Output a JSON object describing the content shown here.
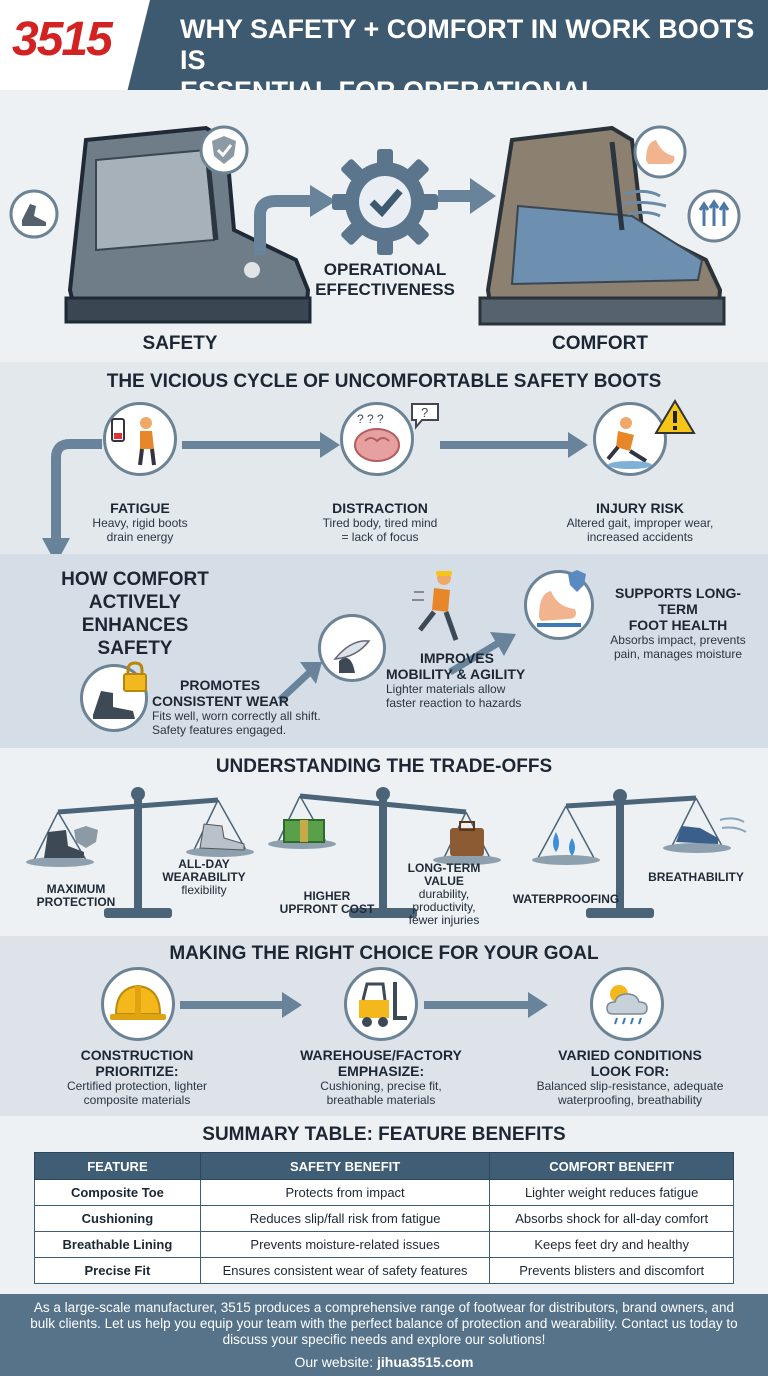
{
  "brand": {
    "logo": "3515",
    "logo_color": "#d32222",
    "accent": "#3e5a70"
  },
  "header": {
    "title_line1": "WHY SAFETY + COMFORT IN WORK BOOTS IS",
    "title_line2": "ESSENTIAL FOR OPERATIONAL EFFECTIVENESS"
  },
  "hero": {
    "safety_label": "SAFETY",
    "center_line1": "OPERATIONAL",
    "center_line2": "EFFECTIVENESS",
    "comfort_label": "COMFORT"
  },
  "cycle": {
    "title": "THE VICIOUS CYCLE OF UNCOMFORTABLE SAFETY BOOTS",
    "items": [
      {
        "label": "FATIGUE",
        "desc1": "Heavy, rigid boots",
        "desc2": "drain energy"
      },
      {
        "label": "DISTRACTION",
        "desc1": "Tired body, tired mind",
        "desc2": "= lack of focus"
      },
      {
        "label": "INJURY RISK",
        "desc1": "Altered gait, improper wear,",
        "desc2": "increased accidents"
      }
    ]
  },
  "enhance": {
    "title_line1": "HOW COMFORT",
    "title_line2": "ACTIVELY ENHANCES",
    "title_line3": "SAFETY",
    "items": [
      {
        "label1": "PROMOTES",
        "label2": "CONSISTENT WEAR",
        "desc1": "Fits well, worn correctly all shift.",
        "desc2": "Safety features engaged."
      },
      {
        "label1": "IMPROVES",
        "label2": "MOBILITY & AGILITY",
        "desc1": "Lighter materials allow",
        "desc2": "faster reaction to hazards"
      },
      {
        "label1": "SUPPORTS LONG-TERM",
        "label2": "FOOT HEALTH",
        "desc1": "Absorbs impact, prevents",
        "desc2": "pain, manages moisture"
      }
    ]
  },
  "tradeoffs": {
    "title": "UNDERSTANDING THE TRADE-OFFS",
    "scale1": {
      "left1": "MAXIMUM",
      "left2": "PROTECTION",
      "right1": "ALL-DAY",
      "right2": "WEARABILITY",
      "right3": "flexibility"
    },
    "scale2": {
      "left1": "HIGHER",
      "left2": "UPFRONT COST",
      "right1": "LONG-TERM",
      "right2": "VALUE",
      "right3": "durability,",
      "right4": "productivity,",
      "right5": "fewer injuries"
    },
    "scale3": {
      "left1": "WATERPROOFING",
      "right1": "BREATHABILITY"
    }
  },
  "choice": {
    "title": "MAKING THE RIGHT CHOICE FOR YOUR GOAL",
    "items": [
      {
        "label1": "CONSTRUCTION",
        "label2": "PRIORITIZE:",
        "desc1": "Certified protection, lighter",
        "desc2": "composite materials"
      },
      {
        "label1": "WAREHOUSE/FACTORY",
        "label2": "EMPHASIZE:",
        "desc1": "Cushioning, precise fit,",
        "desc2": "breathable materials"
      },
      {
        "label1": "VARIED CONDITIONS",
        "label2": "LOOK FOR:",
        "desc1": "Balanced slip-resistance, adequate",
        "desc2": "waterproofing, breathability"
      }
    ]
  },
  "summary": {
    "title": "SUMMARY TABLE: FEATURE BENEFITS",
    "headers": [
      "FEATURE",
      "SAFETY BENEFIT",
      "COMFORT BENEFIT"
    ],
    "rows": [
      [
        "Composite Toe",
        "Protects from impact",
        "Lighter weight reduces fatigue"
      ],
      [
        "Cushioning",
        "Reduces slip/fall risk from fatigue",
        "Absorbs shock for all-day comfort"
      ],
      [
        "Breathable Lining",
        "Prevents moisture-related issues",
        "Keeps feet dry and healthy"
      ],
      [
        "Precise Fit",
        "Ensures consistent wear of safety features",
        "Prevents blisters and discomfort"
      ]
    ]
  },
  "footer": {
    "text": "As a large-scale manufacturer, 3515 produces a comprehensive range of footwear for distributors, brand owners, and bulk clients. Let us help you equip your team with the perfect balance of protection and wearability. Contact us today to discuss your specific needs and explore our solutions!",
    "site_prefix": "Our website: ",
    "site": "jihua3515.com"
  }
}
